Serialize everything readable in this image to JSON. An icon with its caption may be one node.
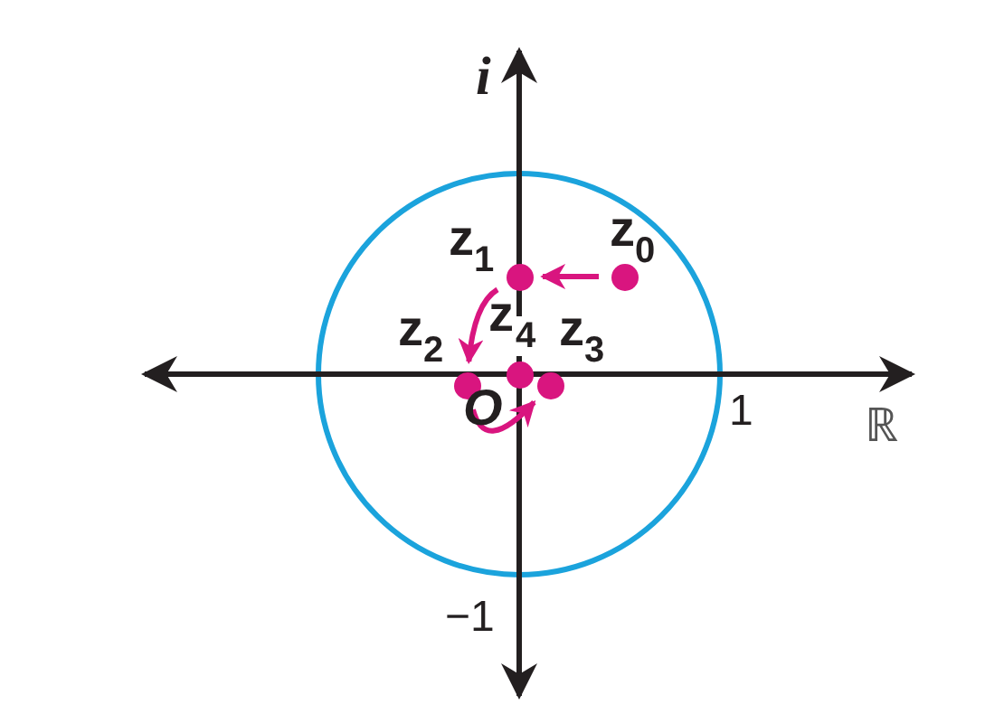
{
  "diagram": {
    "nodes": [
      {
        "text": [],
        "shape": "circle",
        "beside": [
          "z$_{0}$"
        ]
      },
      {
        "text": [],
        "shape": "circle",
        "beside": [
          "z$_{1}$"
        ]
      },
      {
        "text": [],
        "shape": "circle",
        "beside": [
          "z$_{2}$"
        ]
      },
      {
        "text": [],
        "shape": "circle",
        "beside": [
          "z$_{4}$"
        ]
      },
      {
        "text": [],
        "shape": "circle",
        "beside": [
          "z$_{3}$"
        ]
      }
    ],
    "edges": [
      {
        "from": 0,
        "to": 1,
        "arrow": "to"
      },
      {
        "from": 1,
        "to": 2,
        "arrow": "to"
      },
      {
        "from": 2,
        "to": 4,
        "arrow": "to"
      }
    ],
    "labels": [
      "i",
      "1",
      "ℝ",
      "O",
      "−1"
    ]
  }
}
